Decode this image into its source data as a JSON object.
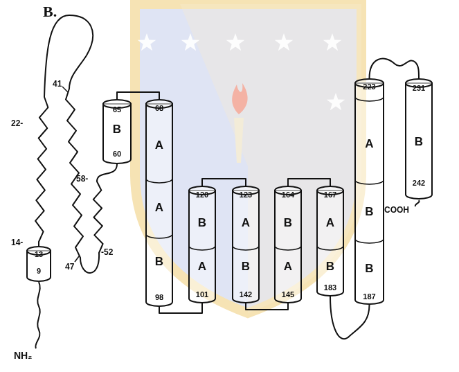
{
  "diagram": {
    "nodes": [
      {
        "text": [
          "13",
          "9"
        ]
      },
      {
        "text": [
          "65",
          "B",
          "60"
        ]
      },
      {
        "text": [
          "68",
          "A",
          "A",
          "B",
          "98"
        ]
      },
      {
        "text": [
          "120",
          "B",
          "A",
          "101"
        ]
      },
      {
        "text": [
          "123",
          "A",
          "B",
          "142"
        ]
      },
      {
        "text": [
          "164",
          "B",
          "A",
          "145"
        ]
      },
      {
        "text": [
          "167",
          "A",
          "B",
          "183"
        ]
      },
      {
        "text": [
          "223",
          "A",
          "B",
          "B",
          "187"
        ]
      },
      {
        "text": [
          "231",
          "B",
          "242"
        ]
      }
    ],
    "edges": [
      {
        "from": 0,
        "to": 1,
        "arrow": "none"
      },
      {
        "from": 1,
        "to": 2,
        "arrow": "none"
      },
      {
        "from": 2,
        "to": 3,
        "arrow": "none"
      },
      {
        "from": 3,
        "to": 4,
        "arrow": "none"
      },
      {
        "from": 4,
        "to": 5,
        "arrow": "none"
      },
      {
        "from": 5,
        "to": 6,
        "arrow": "none"
      },
      {
        "from": 6,
        "to": 7,
        "arrow": "none"
      },
      {
        "from": 7,
        "to": 8,
        "arrow": "none"
      }
    ],
    "labels": [
      "B.",
      "22-",
      "41",
      "14-",
      "58-",
      "47",
      "-52",
      "NH₂",
      "COOH"
    ]
  }
}
